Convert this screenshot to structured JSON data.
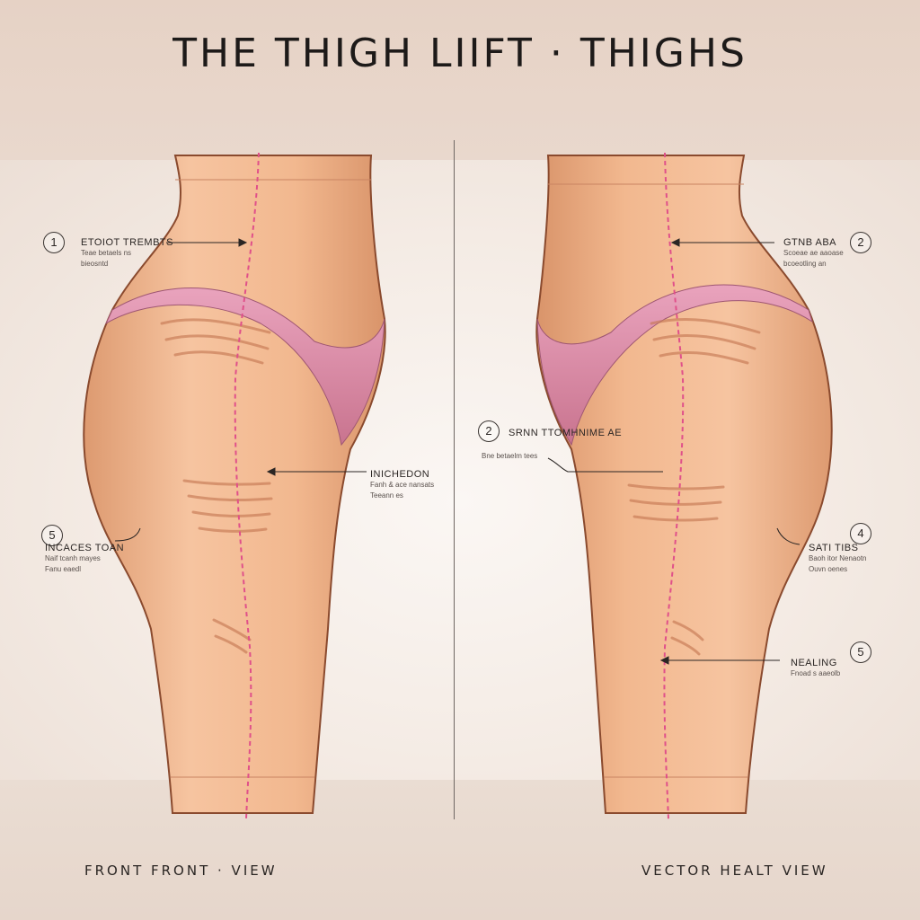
{
  "title": "THE THIGH LIIFT · THIGHS",
  "callouts": [
    {
      "num": "1",
      "title": "ETOIOT TREMBTS",
      "sub1": "Teae betaels ns",
      "sub2": "bieosntd"
    },
    {
      "num": "2",
      "title": "GTNB ABA",
      "sub1": "Scoeae ae aaoase",
      "sub2": "bcoeotling an"
    },
    {
      "num": "2",
      "title": "SRNN TTOMHNIME AE",
      "sub1": "Bne betaelm tees"
    },
    {
      "num": "",
      "title": "INICHEDON",
      "sub1": "Fanh & ace nansats",
      "sub2": "Teeann es"
    },
    {
      "num": "5",
      "title": "INCACES TOAN",
      "sub1": "Naif tcanh mayes",
      "sub2": "Fanu eaedl"
    },
    {
      "num": "4",
      "title": "SATI TIBS",
      "sub1": "Baoh itor Nenaotn",
      "sub2": "Ouvn oenes"
    },
    {
      "num": "5",
      "title": "NEALING",
      "sub1": "Fnoad s aaeolb"
    }
  ],
  "views": {
    "left": "FRONT FRONT · VIEW",
    "right": "VECTOR HEALT VIEW"
  },
  "colors": {
    "skin": "#f1b98f",
    "outline": "#8a4a2e",
    "underwear": "#d98ca6",
    "incision": "#e0508a"
  }
}
